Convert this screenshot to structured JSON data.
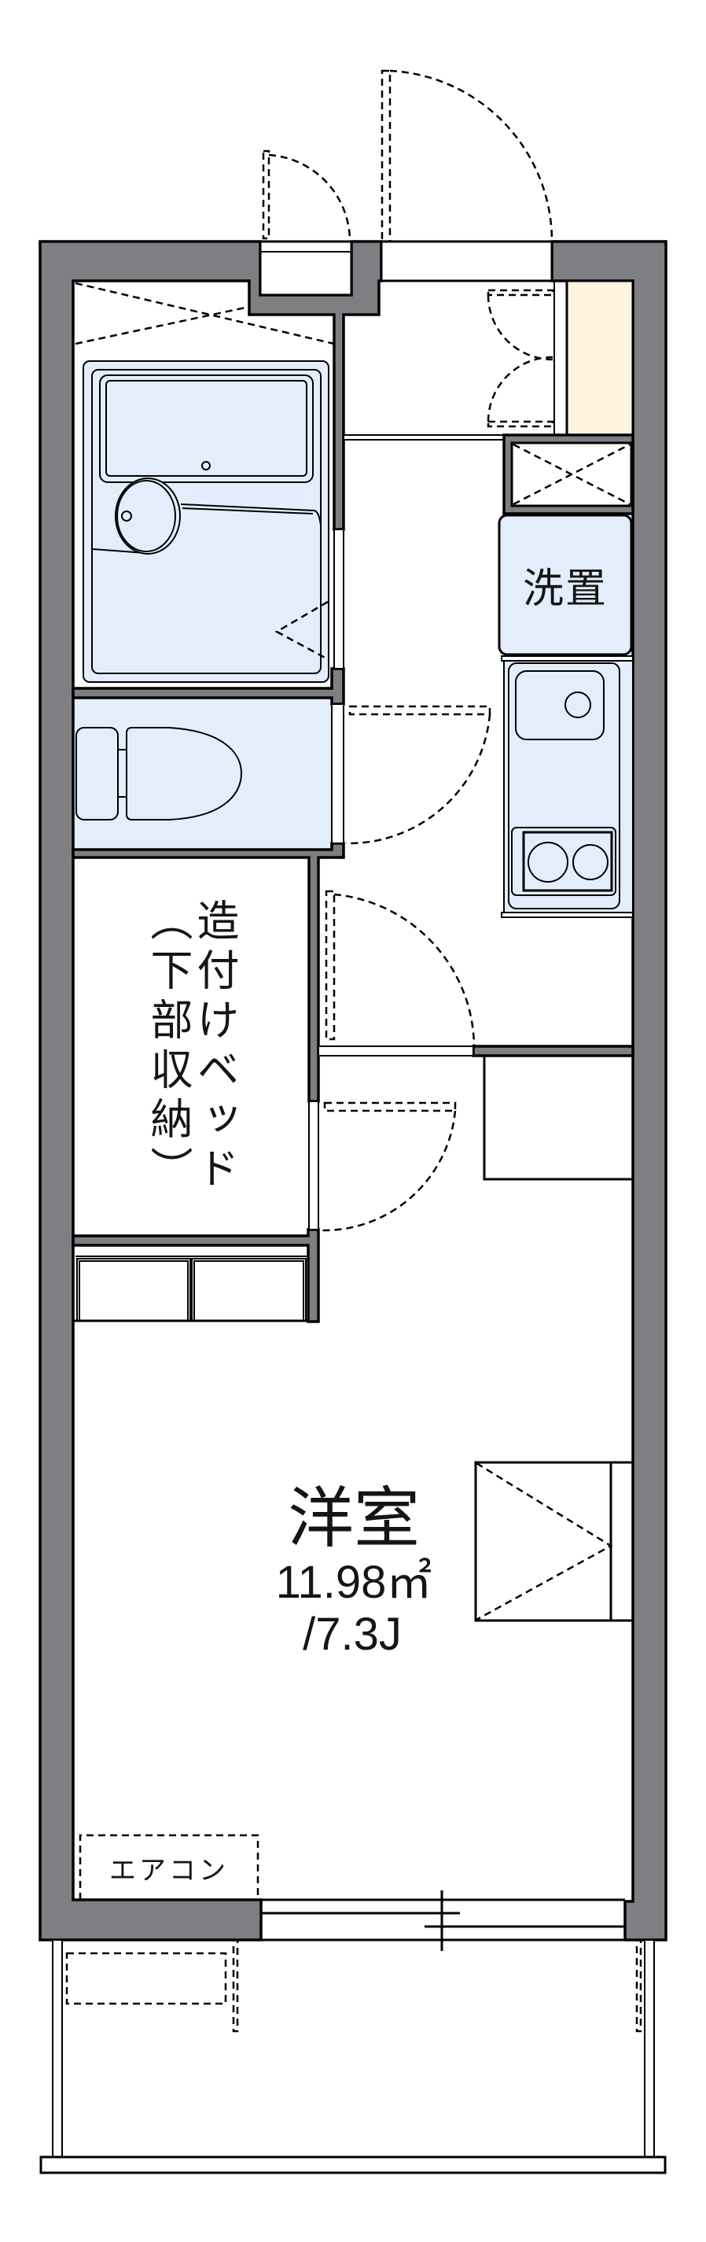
{
  "plan": {
    "washer_space": {
      "label": "洗置"
    },
    "built_in_bed": {
      "label": "造付けベッド",
      "sublabel": "（下部収納）"
    },
    "western_room": {
      "name": "洋室",
      "area": "11.98㎡",
      "size_jo": "/7.3J"
    },
    "air_conditioner": {
      "label": "エアコン"
    }
  },
  "colors": {
    "wall": "#7f7e83",
    "fixture": "#e4edfb",
    "shoe_cabinet": "#fff3df",
    "line": "#000000",
    "background": "#ffffff"
  }
}
